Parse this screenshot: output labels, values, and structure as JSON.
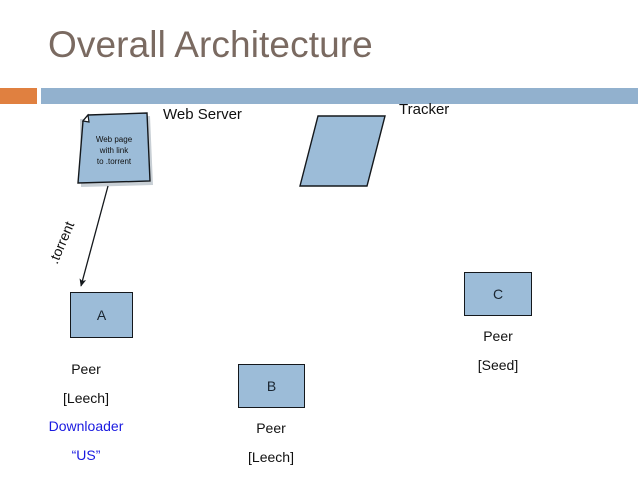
{
  "slide": {
    "title": "Overall Architecture",
    "accent_orange_color": "#e08040",
    "accent_blue_color": "#92b1ce",
    "title_color": "#7a6a61",
    "background": "#ffffff"
  },
  "labels": {
    "web_server": "Web Server",
    "tracker": "Tracker",
    "torrent_edge": ".torrent"
  },
  "document": {
    "line1": "Web page",
    "line2": "with link",
    "line3": "to .torrent",
    "fill": "#9cbcd8"
  },
  "nodes": [
    {
      "id": "a",
      "name": "A",
      "fill": "#9cbcd8",
      "captions": [
        {
          "text": "Peer",
          "color": "#111111"
        },
        {
          "text": "[Leech]",
          "color": "#111111"
        },
        {
          "text": "Downloader",
          "color": "#1a1ae0"
        },
        {
          "text": "“US”",
          "color": "#1a1ae0"
        }
      ]
    },
    {
      "id": "b",
      "name": "B",
      "fill": "#9cbcd8",
      "captions": [
        {
          "text": "Peer",
          "color": "#111111"
        },
        {
          "text": "[Leech]",
          "color": "#111111"
        }
      ]
    },
    {
      "id": "c",
      "name": "C",
      "fill": "#9cbcd8",
      "captions": [
        {
          "text": "Peer",
          "color": "#111111"
        },
        {
          "text": "[Seed]",
          "color": "#111111"
        }
      ]
    }
  ]
}
